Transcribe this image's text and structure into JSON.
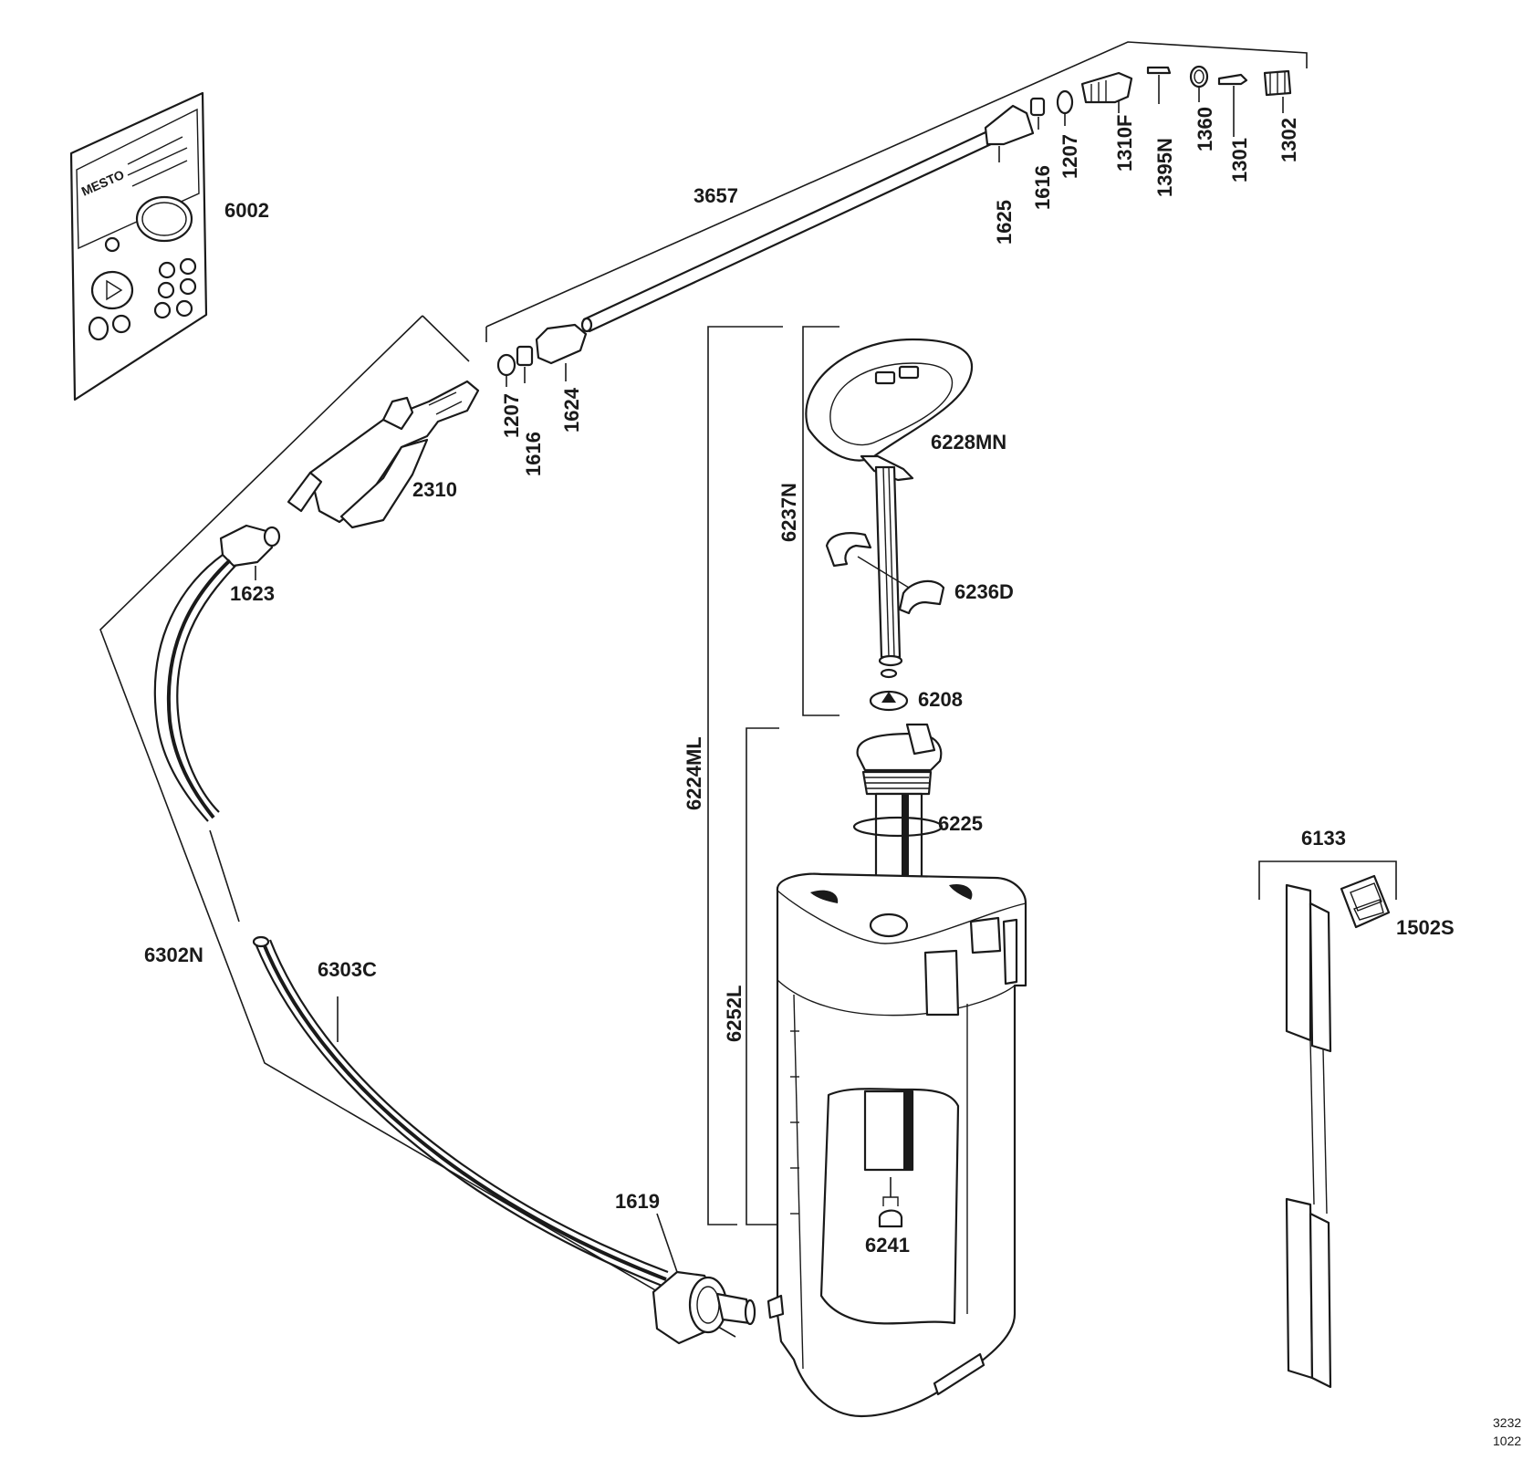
{
  "labels": {
    "p6002": "6002",
    "p3657": "3657",
    "p1625": "1625",
    "p1616a": "1616",
    "p1207a": "1207",
    "p1310F": "1310F",
    "p1395N": "1395N",
    "p1360": "1360",
    "p1301": "1301",
    "p1302": "1302",
    "p1207b": "1207",
    "p1616b": "1616",
    "p1624": "1624",
    "p2310": "2310",
    "p1623": "1623",
    "p6228MN": "6228MN",
    "p6237N": "6237N",
    "p6236D": "6236D",
    "p6208": "6208",
    "p6224ML": "6224ML",
    "p6225": "6225",
    "p6252L": "6252L",
    "p6241": "6241",
    "p6302N": "6302N",
    "p6303C": "6303C",
    "p1619": "1619",
    "p6133": "6133",
    "p1502S": "1502S"
  },
  "brand": "MESTO",
  "drawing_code": [
    "3232",
    "1022"
  ],
  "icons": {
    "pump_head": "triangle-arrow-icon"
  }
}
